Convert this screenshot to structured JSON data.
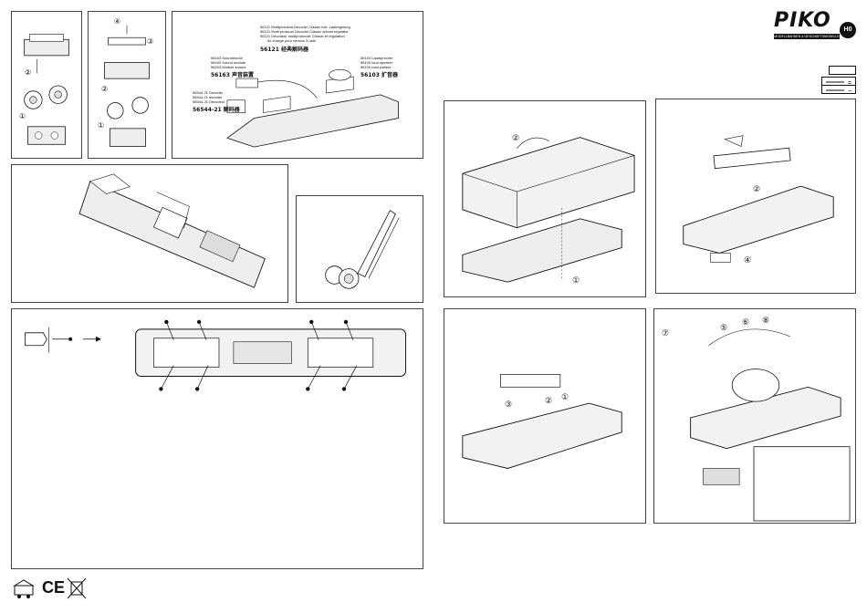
{
  "brand": {
    "logo": "PIKO",
    "badge": "H0",
    "tagline": "MODELLBAHNEN & GESCHÄFTSMODELLE"
  },
  "panel_top_right": {
    "decoder_line1": "56121 Multiprotokoll-Decoder Classic inkl. Lastregelung",
    "decoder_line2": "56121 Multi protocoll Decoder Classic w/load regulator",
    "decoder_line3": "56121 Décodeur multiprotocole Classic et régulation",
    "decoder_line4": "de charge pour version 3 rails",
    "decoder_cn": "56121 经典解码器",
    "sound_line1": "56163 Soundmodul",
    "sound_line2": "56163 Sound module",
    "sound_line3": "56163 Module sonore",
    "sound_cn": "56163 声音装置",
    "speaker_line1": "56103 Lautsprecher",
    "speaker_line2": "56100 loud speaker",
    "speaker_line3": "56100 haut parleur",
    "speaker_cn": "56103 扩音器",
    "dec_line1": "56544-21 Decoder",
    "dec_line2": "56544-21 decoder",
    "dec_line3": "56544-21 Décodeur",
    "dec_cn": "56544-21 解码器"
  },
  "steps": {
    "s1": "①",
    "s2": "②",
    "s3": "③",
    "s4": "④",
    "s5": "⑤",
    "s6": "⑥",
    "s7": "⑦",
    "s8": "⑧"
  },
  "icons": [
    "rolling-stock-icon",
    "ce-mark-icon",
    "weee-bin-icon"
  ],
  "footer": {
    "ce": "CE"
  }
}
